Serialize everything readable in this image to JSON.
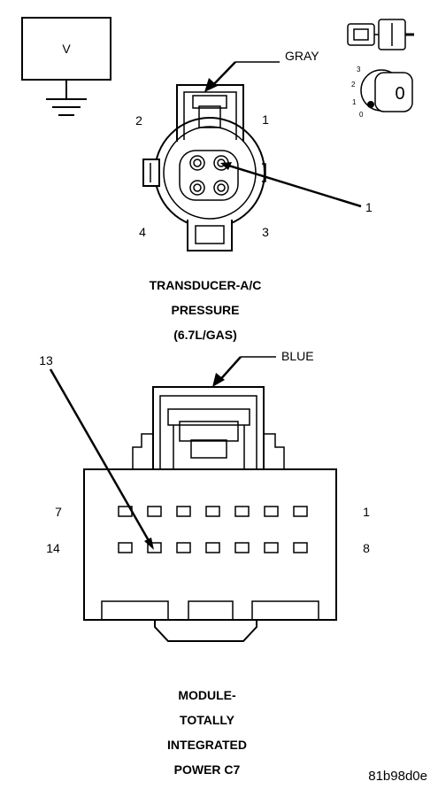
{
  "voltmeter": {
    "symbol": "V"
  },
  "transducer": {
    "wire_color": "GRAY",
    "pin_labels": {
      "p1": "1",
      "p2": "2",
      "p3": "3",
      "p4": "4"
    },
    "callout": "1",
    "title_lines": [
      "TRANSDUCER-A/C",
      "PRESSURE",
      "(6.7L/GAS)"
    ]
  },
  "ignition": {
    "positions": [
      "3",
      "2",
      "1",
      "0"
    ],
    "key_label": "0"
  },
  "module": {
    "wire_color": "BLUE",
    "callout": "13",
    "row_labels": {
      "top_left": "7",
      "top_right": "1",
      "bottom_left": "14",
      "bottom_right": "8"
    },
    "title_lines": [
      "MODULE-",
      "TOTALLY",
      "INTEGRATED",
      "POWER C7"
    ]
  },
  "figure_id": "81b98d0e"
}
